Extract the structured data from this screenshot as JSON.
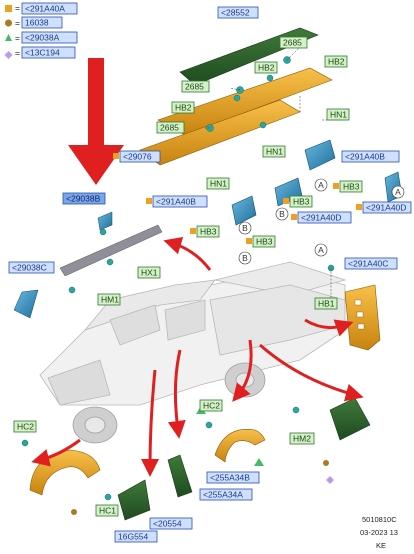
{
  "legend": [
    {
      "icon": "square",
      "color": "#f0a020",
      "code": "<291A40A"
    },
    {
      "icon": "circle",
      "color": "#b07820",
      "code": "16038"
    },
    {
      "icon": "triangle",
      "color": "#44bb66",
      "code": "<29038A"
    },
    {
      "icon": "diamond",
      "color": "#bb99ee",
      "code": "<13C194"
    }
  ],
  "callouts": {
    "blue": {
      "c_28552": "<28552",
      "c_29076": "<29076",
      "c_291A40B_r": "<291A40B",
      "c_291A40B_l": "<291A40B",
      "c_291A40D_a": "<291A40D",
      "c_291A40D_b": "<291A40D",
      "c_29038B": "<29038B",
      "c_29038C": "<29038C",
      "c_291A40C": "<291A40C",
      "c_255A34B": "<255A34B",
      "c_255A34A": "<255A34A",
      "c_20554": "<20554",
      "c_16G554": "16G554"
    },
    "green": {
      "g_2685_a": "2685",
      "g_HB2_a": "HB2",
      "g_HB2_b": "HB2",
      "g_2685_b": "2685",
      "g_HB2_c": "HB2",
      "g_HN1_a": "HN1",
      "g_2685_c": "2685",
      "g_HN1_b": "HN1",
      "g_HN1_c": "HN1",
      "g_HB3_a": "HB3",
      "g_HB3_b": "HB3",
      "g_HB3_c": "HB3",
      "g_HB3_d": "HB3",
      "g_HX1": "HX1",
      "g_HM1": "HM1",
      "g_HB1": "HB1",
      "g_HC2_a": "HC2",
      "g_HC2_b": "HC2",
      "g_HM2": "HM2",
      "g_HC1": "HC1"
    }
  },
  "circle_labels": {
    "a": "A",
    "b": "B"
  },
  "footer": {
    "line1": "5010810C",
    "line2": "03-2023 13",
    "line3": "KE"
  }
}
